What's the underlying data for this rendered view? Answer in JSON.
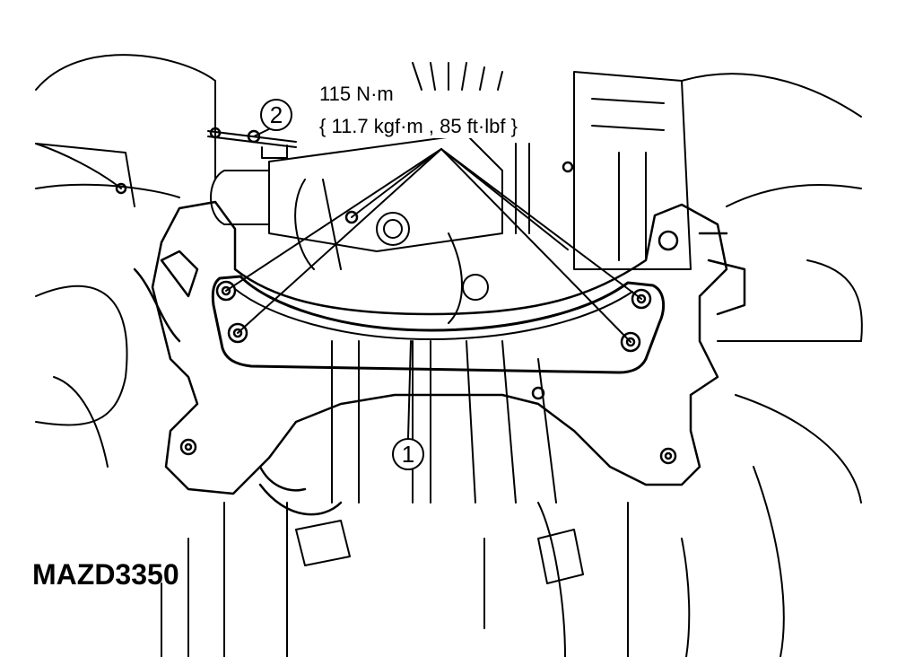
{
  "torque_spec": {
    "value": "115 N·m",
    "converted": "{ 11.7 kgf·m , 85 ft·lbf }"
  },
  "callouts": [
    {
      "number": "1",
      "target": "crossmember"
    },
    {
      "number": "2",
      "target": "bracket-bolt"
    }
  ],
  "figure_id": "MAZD3350"
}
